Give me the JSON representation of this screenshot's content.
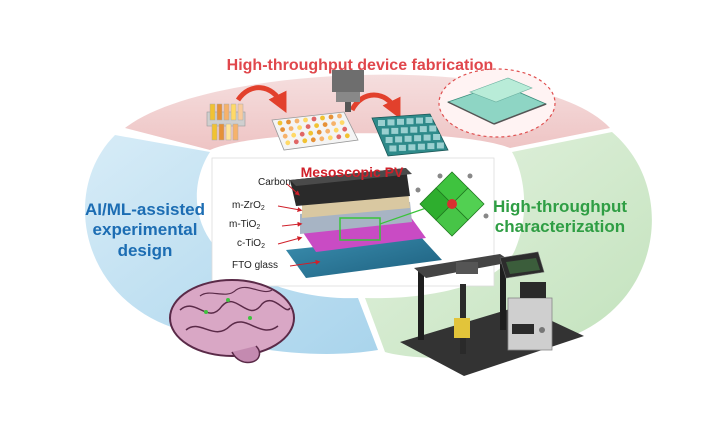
{
  "labels": {
    "top": "High-throughput device fabrication",
    "left": "AI/ML-assisted experimental design",
    "right": "High-throughput characterization",
    "center": "Mesoscopic PV"
  },
  "layers": [
    {
      "main": "Carbon",
      "sub": ""
    },
    {
      "main": "m-ZrO",
      "sub": "2"
    },
    {
      "main": "m-TiO",
      "sub": "2"
    },
    {
      "main": "c-TiO",
      "sub": "2"
    },
    {
      "main": "FTO glass",
      "sub": ""
    }
  ],
  "colors": {
    "top_band": "#f3d2d2",
    "left_band": "#c9e4f2",
    "right_band": "#d6ecd3",
    "arrow": "#e2402c",
    "top_text": "#e0474c",
    "left_text": "#1c6db3",
    "right_text": "#2f9e44",
    "center_text": "#d0202a",
    "perovskite": "#3fc33f"
  },
  "icons": [
    "vial-rack-icon",
    "well-plate-icon",
    "dispenser-icon",
    "substrate-array-icon",
    "device-closeup-icon",
    "brain-icon",
    "crystal-structure-icon",
    "characterization-station-icon",
    "measurement-unit-icon"
  ]
}
